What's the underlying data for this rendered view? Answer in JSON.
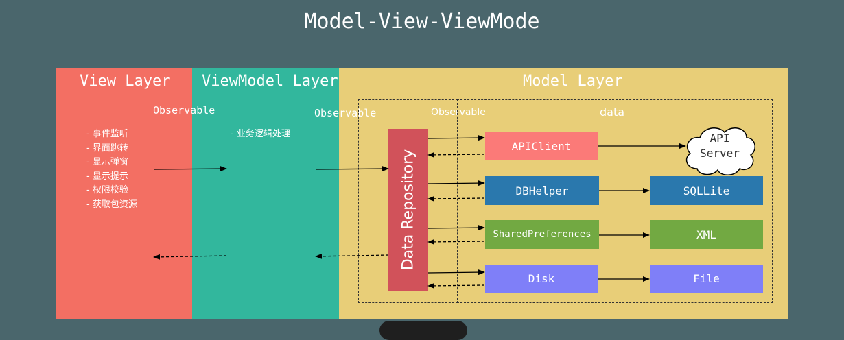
{
  "title": "Model-View-ViewMode",
  "layers": {
    "view": {
      "label": "View Layer",
      "color": "#f36f63",
      "items": [
        "事件监听",
        "界面跳转",
        "显示弹窗",
        "显示提示",
        "权限校验",
        "获取包资源"
      ]
    },
    "viewmodel": {
      "label": "ViewModel Layer",
      "color": "#32b79d",
      "items": [
        "业务逻辑处理"
      ]
    },
    "model": {
      "label": "Model Layer",
      "color": "#e8ce78"
    }
  },
  "observable_labels": {
    "view_to_viewmodel": "Observable",
    "viewmodel_to_model": "Observable",
    "repository": "Observable"
  },
  "data_label": "data",
  "repository": {
    "label": "Data Repository",
    "color": "#d1525a"
  },
  "sources": [
    {
      "label": "APIClient",
      "color": "#fb7a78"
    },
    {
      "label": "DBHelper",
      "color": "#2a78ad"
    },
    {
      "label": "SharedPreferences",
      "color": "#72a942"
    },
    {
      "label": "Disk",
      "color": "#7f7ff8"
    }
  ],
  "targets": [
    {
      "label": "API\nServer",
      "shape": "cloud"
    },
    {
      "label": "SQLLite",
      "color": "#2a78ad"
    },
    {
      "label": "XML",
      "color": "#72a942"
    },
    {
      "label": "File",
      "color": "#7f7ff8"
    }
  ]
}
